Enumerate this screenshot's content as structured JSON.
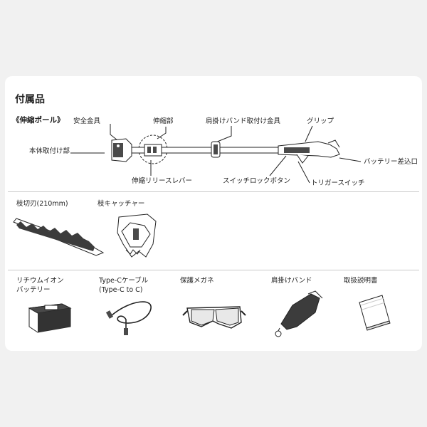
{
  "title": "付属品",
  "pole": {
    "heading": "《伸縮ポール》",
    "labels": {
      "safety_fitting": "安全金具",
      "body_mount": "本体取付け部",
      "telescopic": "伸縮部",
      "release_lever": "伸縮リリースレバー",
      "strap_fitting": "肩掛けバンド取付け金具",
      "grip": "グリップ",
      "switch_lock": "スイッチロックボタン",
      "trigger": "トリガースイッチ",
      "battery_slot": "バッテリー差込口"
    }
  },
  "row2": [
    {
      "label": "枝切刃(210mm)",
      "icon": "saw-blade-icon"
    },
    {
      "label": "枝キャッチャー",
      "icon": "branch-catcher-icon"
    }
  ],
  "row3": [
    {
      "line1": "リチウムイオン",
      "line2": "バッテリー",
      "icon": "battery-icon"
    },
    {
      "line1": "Type-Cケーブル",
      "line2": "(Type-C to C)",
      "icon": "usb-c-cable-icon"
    },
    {
      "line1": "保護メガネ",
      "line2": "",
      "icon": "goggles-icon"
    },
    {
      "line1": "肩掛けバンド",
      "line2": "",
      "icon": "shoulder-strap-icon"
    },
    {
      "line1": "取扱説明書",
      "line2": "",
      "icon": "manual-icon"
    }
  ]
}
